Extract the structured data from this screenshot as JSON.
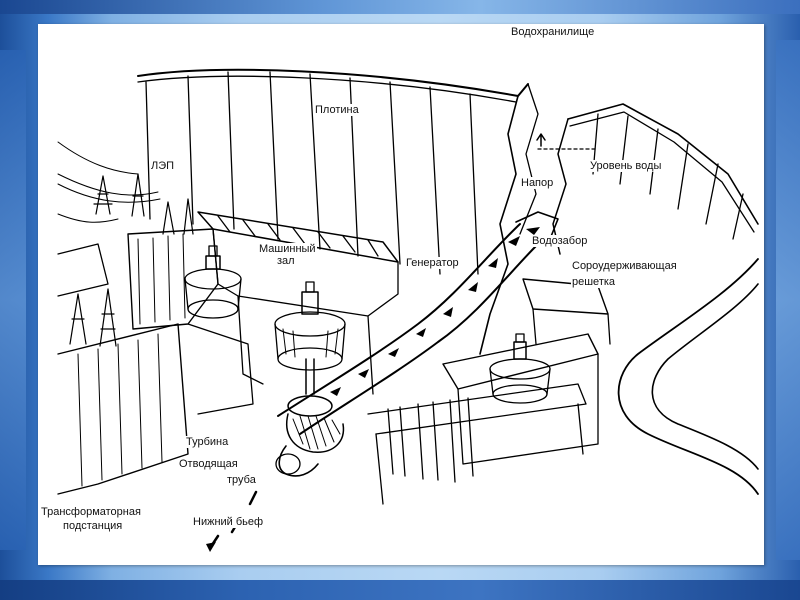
{
  "diagram": {
    "labels": {
      "reservoir": "Водохранилище",
      "dam": "Плотина",
      "power_line": "ЛЭП",
      "machine_hall_1": "Машинный",
      "machine_hall_2": "зал",
      "generator": "Генератор",
      "head": "Напор",
      "water_level": "Уровень воды",
      "intake": "Водозабор",
      "grille_1": "Сороудерживающая",
      "grille_2": "решетка",
      "turbine": "Турбина",
      "draft_tube_1": "Отводящая",
      "draft_tube_2": "труба",
      "substation_1": "Трансформаторная",
      "substation_2": "подстанция",
      "tailwater": "Нижний бьеф"
    }
  },
  "theme": {
    "frame_bg": "#ffffff",
    "line": "#000000",
    "slide_blue": "#3a78c6"
  }
}
